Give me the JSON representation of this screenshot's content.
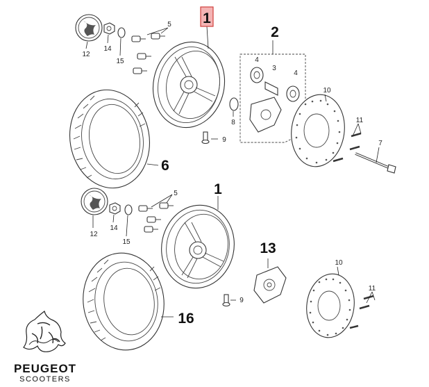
{
  "upper_assembly": {
    "callouts": {
      "wheel_rim": "1",
      "hub_kit": "2",
      "spacer": "3",
      "bearing_left": "4",
      "bearing_right": "4",
      "valve_bolts": "5",
      "tire": "6",
      "axle": "7",
      "washer": "8",
      "valve": "9",
      "brake_disc": "10",
      "disc_bolts": "11",
      "cap": "12",
      "nut": "14",
      "cone": "15"
    }
  },
  "lower_assembly": {
    "callouts": {
      "wheel_rim": "1",
      "valve_bolts": "5",
      "valve": "9",
      "brake_disc": "10",
      "disc_bolts": "11",
      "cap": "12",
      "hub": "13",
      "nut": "14",
      "cone": "15",
      "tire": "16"
    }
  },
  "brand": {
    "name": "PEUGEOT",
    "subtitle": "SCOOTERS"
  },
  "colors": {
    "highlight_fill": "#f4b4b4",
    "highlight_stroke": "#d0403c",
    "line": "#333333"
  }
}
